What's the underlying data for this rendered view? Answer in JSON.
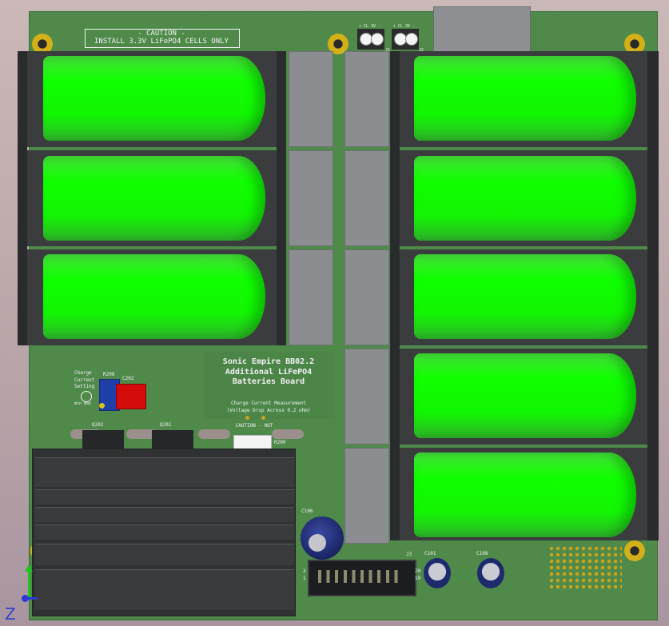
{
  "board": {
    "caution_title": "- CAUTION -",
    "caution_text": "INSTALL 3.3V LiFePO4 CELLS ONLY",
    "board_title_1": "Sonic Empire BB02.2",
    "board_title_2": "Additional LiFePO4",
    "board_title_3": "Batteries Board",
    "measure_1": "Charge Current Measurement",
    "measure_2": "(Voltage Drop Across 0.2 ohm)",
    "caution_hot": "CAUTION - HOT",
    "charge_1": "Charge",
    "charge_2": "Current",
    "charge_3": "Setting",
    "min_max": "min max"
  },
  "refs": {
    "r208": "R208",
    "c202": "C202",
    "q202": "Q202",
    "q201": "Q201",
    "r200": "R200",
    "c106": "C106",
    "c101": "C101",
    "c108": "C108",
    "j3": "J3",
    "pin2": "2",
    "pin1": "1",
    "pin20": "20",
    "pin19": "19",
    "j1": "J1",
    "j2": "J2",
    "term_label": "+ CL 3V -"
  },
  "axis": {
    "z": "Z"
  },
  "colors": {
    "pcb": "#4f8a4a",
    "cell": "#0fff00",
    "silkscreen": "#f2f2f2",
    "holder": "#3b3c3d",
    "relay": "#8c8d90",
    "mount_pad": "#d4b018",
    "potentiometer": "#1f3fa8",
    "ceramic_cap": "#d40b0b",
    "electrolytic": "#1f2a6e"
  }
}
